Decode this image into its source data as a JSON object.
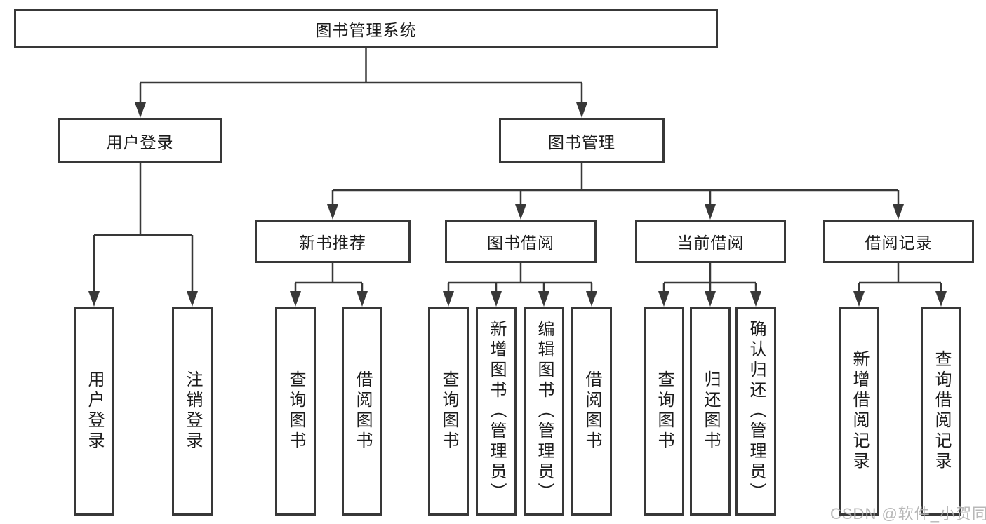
{
  "diagram_title": "图书管理系统",
  "tree": {
    "root": {
      "label": "图书管理系统"
    },
    "branches": [
      {
        "label": "用户登录",
        "children": [
          {
            "label": "用户登录"
          },
          {
            "label": "注销登录"
          }
        ]
      },
      {
        "label": "图书管理",
        "children": [
          {
            "label": "新书推荐",
            "children": [
              {
                "label": "查询图书"
              },
              {
                "label": "借阅图书"
              }
            ]
          },
          {
            "label": "图书借阅",
            "children": [
              {
                "label": "查询图书"
              },
              {
                "label": "新增图书（管理员）"
              },
              {
                "label": "编辑图书（管理员）"
              },
              {
                "label": "借阅图书"
              }
            ]
          },
          {
            "label": "当前借阅",
            "children": [
              {
                "label": "查询图书"
              },
              {
                "label": "归还图书"
              },
              {
                "label": "确认归还（管理员）"
              }
            ]
          },
          {
            "label": "借阅记录",
            "children": [
              {
                "label": "新增借阅记录"
              },
              {
                "label": "查询借阅记录"
              }
            ]
          }
        ]
      }
    ]
  },
  "watermark": "CSDN @软件_小贺同学",
  "colors": {
    "line": "#383838",
    "text": "#1c1c1c",
    "box_bg": "#ffffff",
    "watermark": "#b1b1b1",
    "background": "#ffffff"
  }
}
